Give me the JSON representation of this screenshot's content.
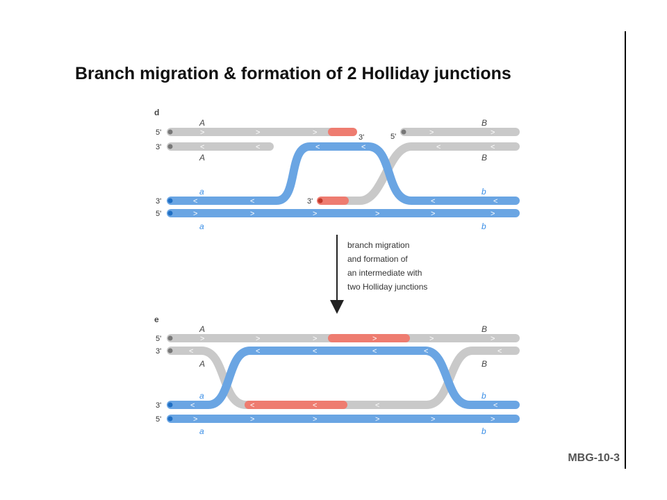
{
  "slide": {
    "title": "Branch migration & formation of 2 Holliday junctions",
    "code": "MBG-10-3"
  },
  "diagram": {
    "colors": {
      "gray_strand": "#c9c9c9",
      "blue_strand": "#6aa5e3",
      "new_dna": "#ee7c70",
      "dark_tip": "#1f6fc4"
    },
    "ends": {
      "five": "5'",
      "three": "3'"
    },
    "alleles": {
      "A": "A",
      "B": "B",
      "a": "a",
      "b": "b"
    },
    "chevrons": {
      "right": ">",
      "left": "<"
    },
    "panel_d": {
      "label": "d"
    },
    "panel_e": {
      "label": "e"
    },
    "step": {
      "line1": "branch migration",
      "line2": "and formation of",
      "line3": "an intermediate with",
      "line4": "two Holliday junctions"
    }
  }
}
